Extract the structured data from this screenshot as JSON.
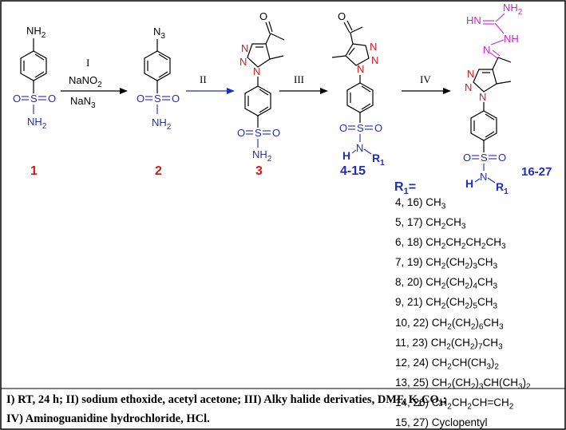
{
  "compounds": {
    "c1": {
      "label": "1",
      "top": "NH",
      "top_sub": "2",
      "bottom": "NH",
      "bottom_sub": "2"
    },
    "c2": {
      "label": "2",
      "top": "N",
      "top_sub": "3",
      "bottom": "NH",
      "bottom_sub": "2"
    },
    "c3": {
      "label": "3",
      "bottom": "NH",
      "bottom_sub": "2"
    },
    "c4": {
      "label": "4-15",
      "amine_h": "H",
      "r": "R",
      "r_sub": "1"
    },
    "c5": {
      "label": "16-27",
      "amine_h": "H",
      "r": "R",
      "r_sub": "1",
      "nh2": "NH",
      "nh2_sub": "2",
      "hn": "HN",
      "nh": "NH"
    }
  },
  "atoms": {
    "S": "S",
    "O": "O",
    "N": "N"
  },
  "steps": [
    {
      "roman": "I",
      "reagent1": "NaNO",
      "reagent1_sub": "2",
      "reagent2": "NaN",
      "reagent2_sub": "3"
    },
    {
      "roman": "II"
    },
    {
      "roman": "III"
    },
    {
      "roman": "IV"
    }
  ],
  "r1": {
    "heading": "R",
    "heading_sub": "1",
    "heading_tail": "=",
    "items": [
      [
        {
          "t": "4, 16) CH"
        },
        {
          "s": "3"
        }
      ],
      [
        {
          "t": "5, 17) CH"
        },
        {
          "s": "2"
        },
        {
          "t": "CH"
        },
        {
          "s": "3"
        }
      ],
      [
        {
          "t": "6, 18) CH"
        },
        {
          "s": "2"
        },
        {
          "t": "CH"
        },
        {
          "s": "2"
        },
        {
          "t": "CH"
        },
        {
          "s": "2"
        },
        {
          "t": "CH"
        },
        {
          "s": "3"
        }
      ],
      [
        {
          "t": "7, 19) CH"
        },
        {
          "s": "2"
        },
        {
          "t": "(CH"
        },
        {
          "s": "2"
        },
        {
          "t": ")"
        },
        {
          "s": "3"
        },
        {
          "t": "CH"
        },
        {
          "s": "3"
        }
      ],
      [
        {
          "t": "8, 20) CH"
        },
        {
          "s": "2"
        },
        {
          "t": "(CH"
        },
        {
          "s": "2"
        },
        {
          "t": ")"
        },
        {
          "s": "4"
        },
        {
          "t": "CH"
        },
        {
          "s": "3"
        }
      ],
      [
        {
          "t": "9, 21) CH"
        },
        {
          "s": "2"
        },
        {
          "t": "(CH"
        },
        {
          "s": "2"
        },
        {
          "t": ")"
        },
        {
          "s": "5"
        },
        {
          "t": "CH"
        },
        {
          "s": "3"
        }
      ],
      [
        {
          "t": "10, 22) CH"
        },
        {
          "s": "2"
        },
        {
          "t": "(CH"
        },
        {
          "s": "2"
        },
        {
          "t": ")"
        },
        {
          "s": "6"
        },
        {
          "t": "CH"
        },
        {
          "s": "3"
        }
      ],
      [
        {
          "t": "11, 23) CH"
        },
        {
          "s": "2"
        },
        {
          "t": "(CH"
        },
        {
          "s": "2"
        },
        {
          "t": ")"
        },
        {
          "s": "7"
        },
        {
          "t": "CH"
        },
        {
          "s": "3"
        }
      ],
      [
        {
          "t": "12, 24) CH"
        },
        {
          "s": "2"
        },
        {
          "t": "CH(CH"
        },
        {
          "s": "3"
        },
        {
          "t": ")"
        },
        {
          "s": "2"
        }
      ],
      [
        {
          "t": "13, 25) CH"
        },
        {
          "s": "2"
        },
        {
          "t": "(CH"
        },
        {
          "s": "2"
        },
        {
          "t": ")"
        },
        {
          "s": "3"
        },
        {
          "t": "CH(CH"
        },
        {
          "s": "3"
        },
        {
          "t": ")"
        },
        {
          "s": "2"
        }
      ],
      [
        {
          "t": "14, 26) CH"
        },
        {
          "s": "2"
        },
        {
          "t": "CH"
        },
        {
          "s": "2"
        },
        {
          "t": "CH=CH"
        },
        {
          "s": "2"
        }
      ],
      [
        {
          "t": "15, 27) Cyclopentyl"
        }
      ]
    ]
  },
  "footnote": {
    "line1_a": "I) RT, 24 h; II) sodium ethoxide, acetyl acetone; III) Alky halide derivaties, DMF, K",
    "line1_sub": "2",
    "line1_b": "CO",
    "line1_sub2": "3",
    "line1_c": ";",
    "line2": "IV) Aminoguanidine hydrochloride, HCl."
  },
  "colors": {
    "blue": "#1f2cc4",
    "red": "#e01515",
    "magenta": "#d020d0",
    "frame": "#000000"
  }
}
